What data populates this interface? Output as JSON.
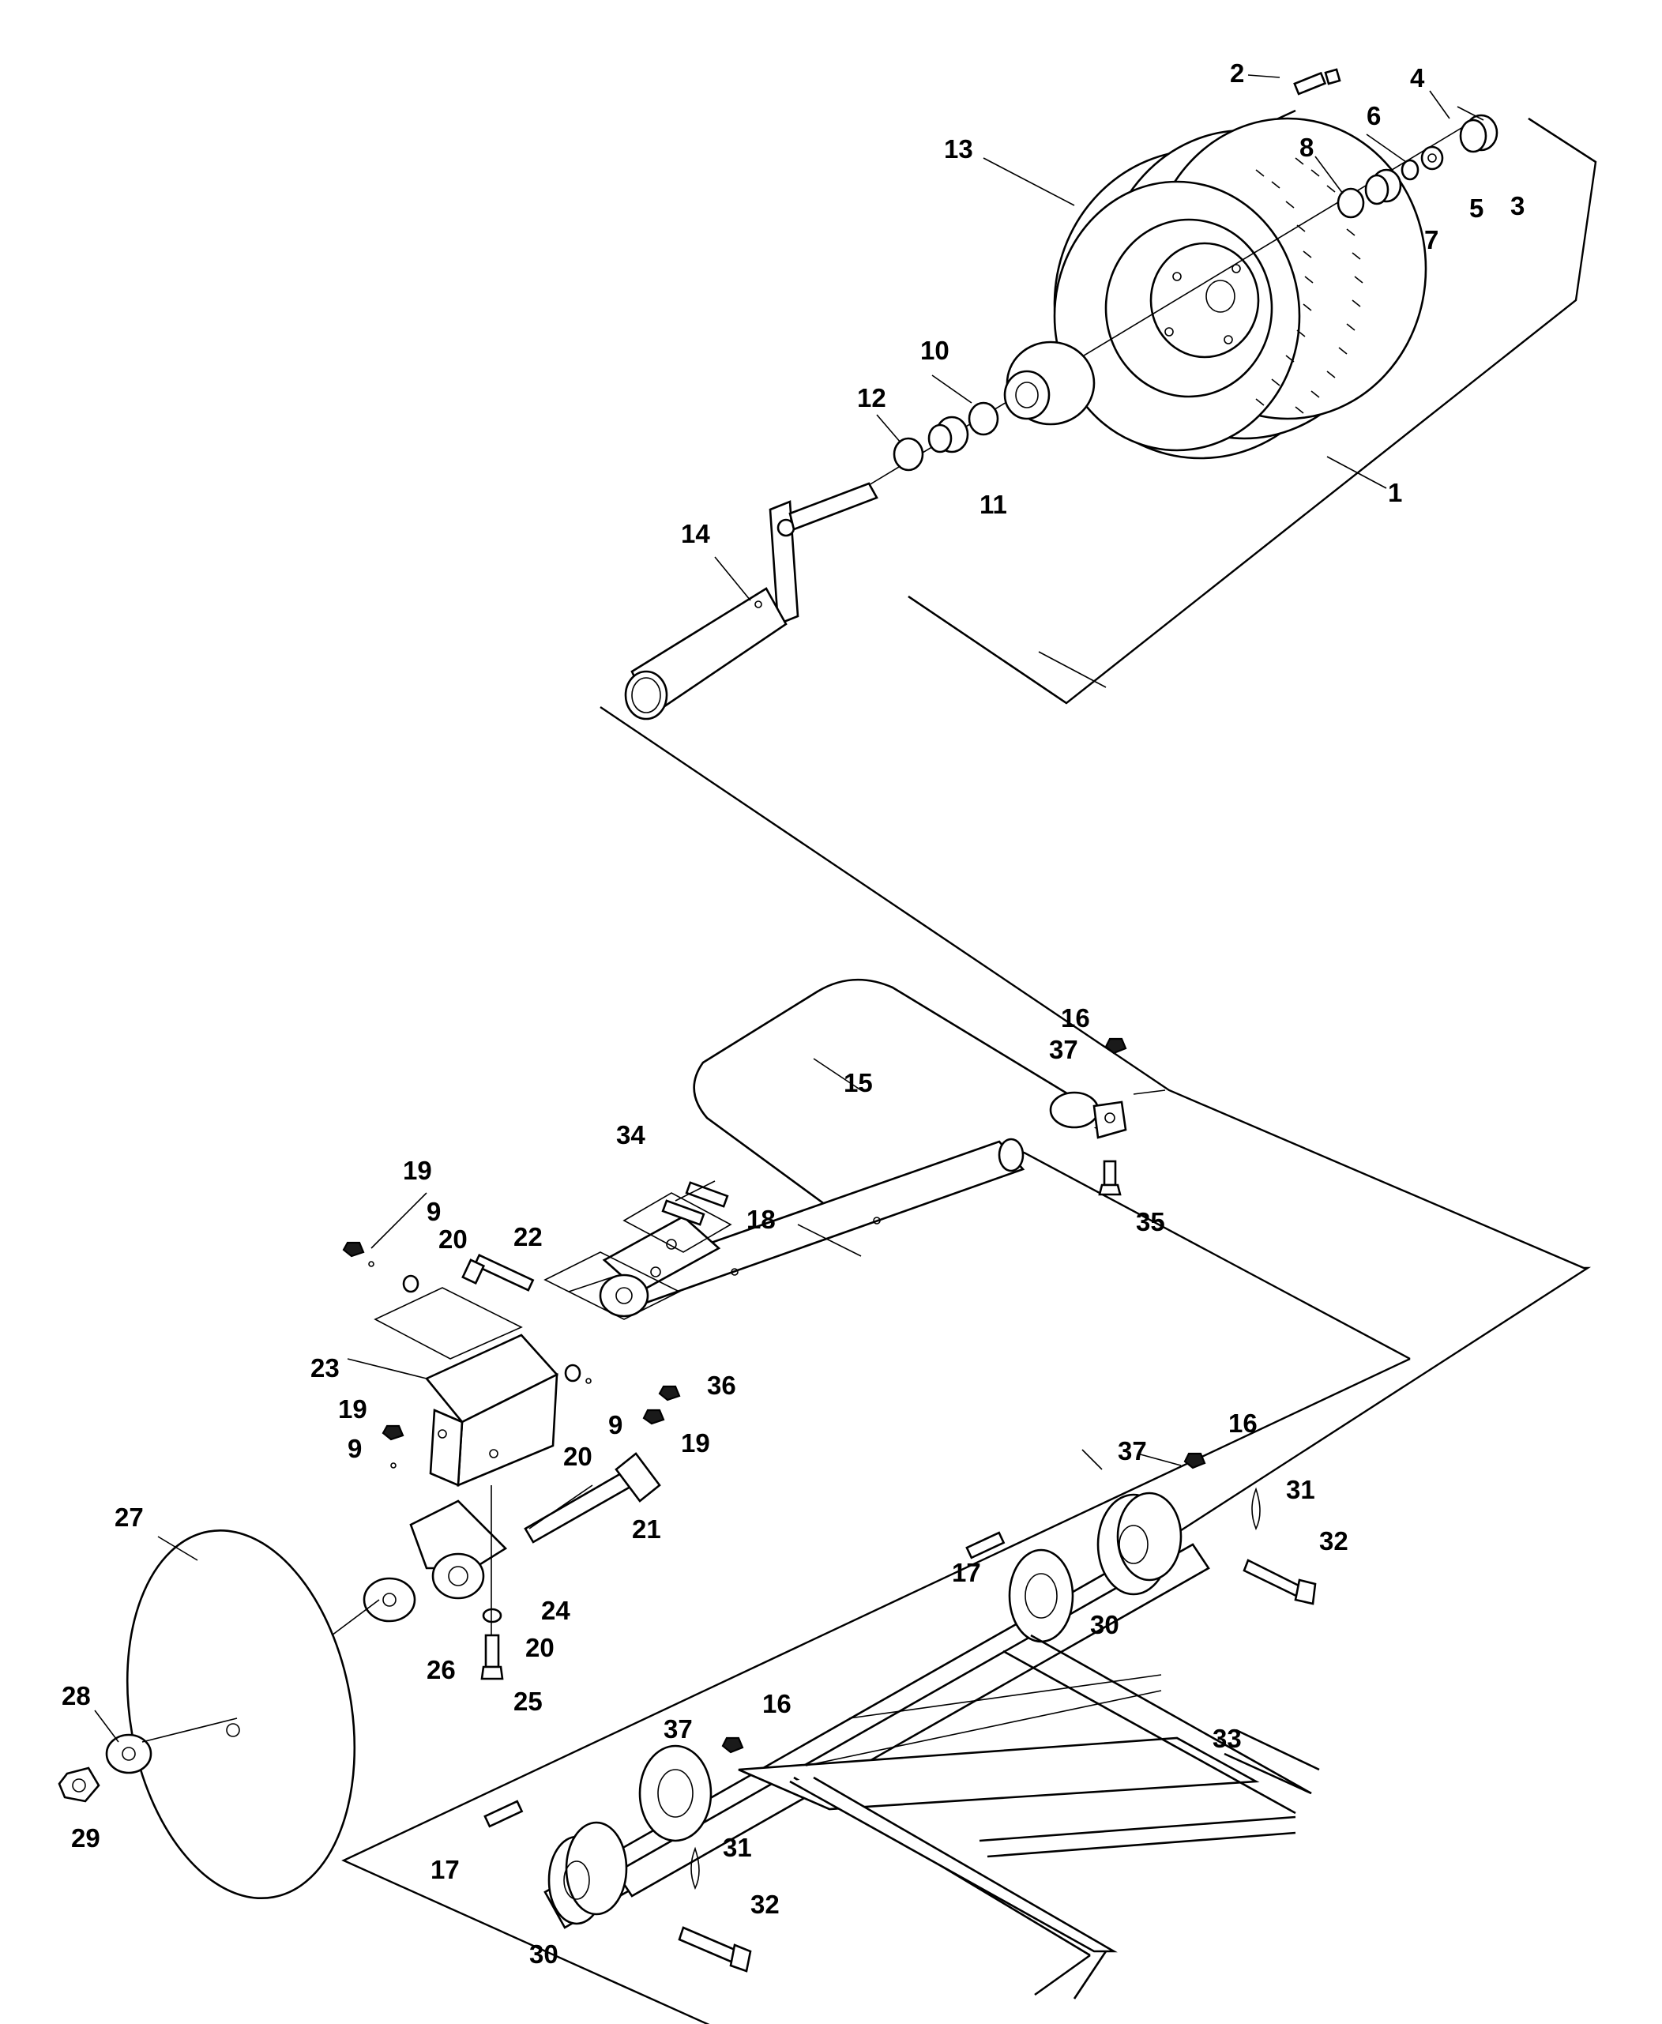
{
  "diagram": {
    "type": "exploded-parts-diagram",
    "line_color": "#000000",
    "background": "#ffffff",
    "callouts": [
      "1",
      "2",
      "3",
      "4",
      "5",
      "6",
      "7",
      "8",
      "9",
      "10",
      "11",
      "12",
      "13",
      "14",
      "15",
      "16",
      "17",
      "18",
      "19",
      "20",
      "21",
      "22",
      "23",
      "24",
      "25",
      "26",
      "27",
      "28",
      "29",
      "30",
      "31",
      "32",
      "33",
      "34",
      "35",
      "36",
      "37"
    ]
  }
}
